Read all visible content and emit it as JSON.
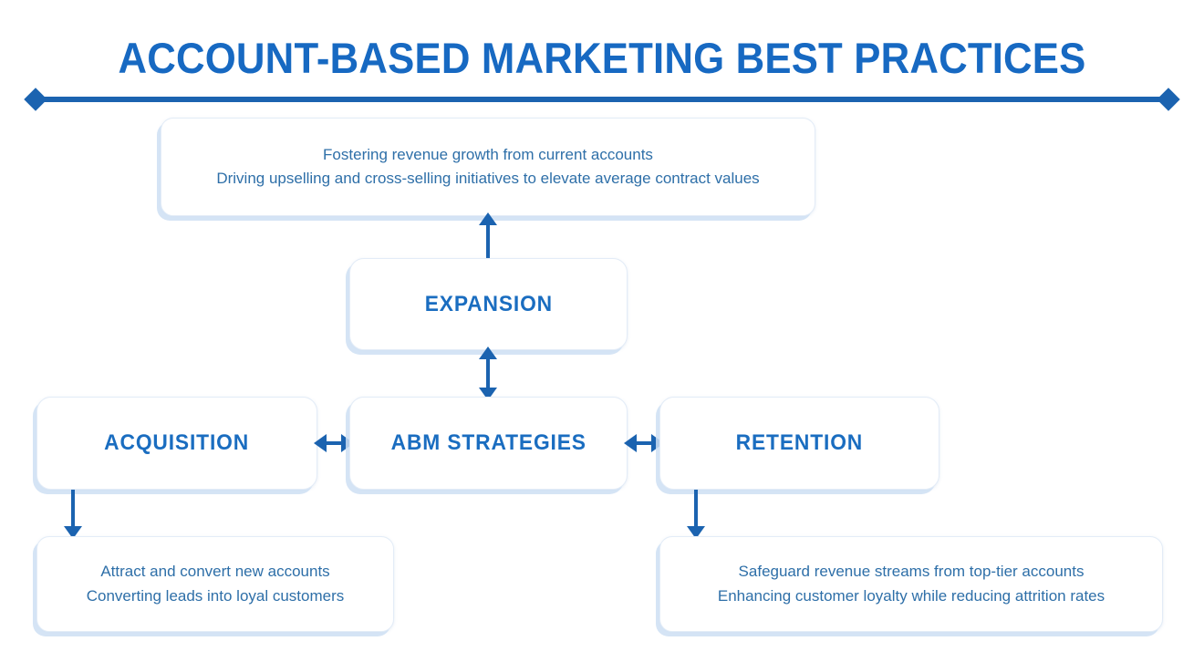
{
  "title": "ACCOUNT-BASED MARKETING BEST PRACTICES",
  "colors": {
    "title_blue": "#1769C2",
    "node_blue": "#1A6DC0",
    "connector_blue": "#1B63B0",
    "body_text_blue": "#2E6FA8",
    "box_shadow_blue": "#CEDFF3",
    "background": "#FFFFFF"
  },
  "nodes": {
    "center": "ABM STRATEGIES",
    "expansion": "EXPANSION",
    "acquisition": "ACQUISITION",
    "retention": "RETENTION"
  },
  "descriptions": {
    "expansion": {
      "line1": "Fostering revenue growth from current accounts",
      "line2": "Driving upselling and cross-selling initiatives to elevate average contract values"
    },
    "acquisition": {
      "line1": "Attract and convert new accounts",
      "line2": "Converting leads into loyal customers"
    },
    "retention": {
      "line1": "Safeguard revenue streams from top-tier accounts",
      "line2": "Enhancing customer loyalty while reducing attrition rates"
    }
  },
  "connectors": [
    {
      "id": "expansion-to-description",
      "from": "EXPANSION",
      "to": "expansion description",
      "direction": "up",
      "heads": 1
    },
    {
      "id": "abm-to-expansion",
      "from": "ABM STRATEGIES",
      "to": "EXPANSION",
      "direction": "vertical",
      "heads": 2
    },
    {
      "id": "acquisition-to-abm",
      "from": "ACQUISITION",
      "to": "ABM STRATEGIES",
      "direction": "horizontal",
      "heads": 2
    },
    {
      "id": "abm-to-retention",
      "from": "ABM STRATEGIES",
      "to": "RETENTION",
      "direction": "horizontal",
      "heads": 2
    },
    {
      "id": "acquisition-to-description",
      "from": "ACQUISITION",
      "to": "acquisition description",
      "direction": "down",
      "heads": 1
    },
    {
      "id": "retention-to-description",
      "from": "RETENTION",
      "to": "retention description",
      "direction": "down",
      "heads": 1
    }
  ]
}
